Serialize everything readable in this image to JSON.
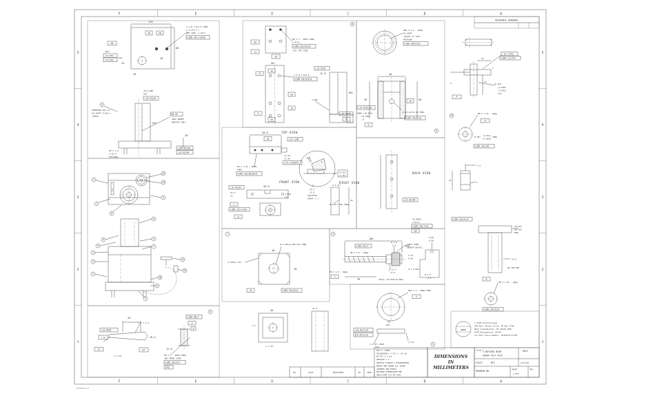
{
  "sheet": {
    "zone_columns": [
      "F",
      "E",
      "D",
      "C",
      "B",
      "A"
    ],
    "zone_rows": [
      "5",
      "4",
      "3",
      "2",
      "1"
    ],
    "footer_code": "ASTMD5379-E",
    "reference_drawings": "REFERENCE DRAWINGS"
  },
  "title_block": {
    "title_label": "TITLE:",
    "title1": "V-NOTCHED BEAM",
    "title2": "SHEAR TEST FIXT.",
    "date_label": "DATE",
    "date_value": "11/4/99",
    "scale_label": "SCALE",
    "scale_value": "NTS",
    "drawing_no_label": "DRAWING NO.",
    "sheet_label": "SHEET",
    "sheet_value": "1 OF1",
    "rev_label": "REV.",
    "dim_note": [
      "DIMENSIONS",
      "IN",
      "MILLIMETERS"
    ],
    "material_lines": [
      "MAT'L: STEEL",
      "TOLERANCES: 2 PLC ± .25 mm",
      "            NO PLC ± 1 mm",
      "            ANGULAR ± 1°",
      "SURFACE FINISH 3 MICROMETERS.",
      "BREAK AND DEBUR ALL SHARP",
      "CORNERS AND EDGES.",
      "MACHINE DIMENSIONS PER",
      "ANSI/ASME Y14.5M-1982."
    ],
    "revision_headers": [
      "NO.",
      "DATE",
      "REVISIONS",
      "BY",
      "APPD"
    ]
  },
  "astm": {
    "logo_text": "ASTM",
    "lines": [
      "© ASTM International",
      "100 Barr Harbor Drive, PO Box C700",
      "West Conshohocken, PA 19428-2959",
      "ASTM Designation: D5379",
      "All Part Stock Number: ADJD5379-E-PDF"
    ]
  },
  "views": {
    "v1": {
      "c1": "2 X Ø 7.0/6.8 THRU",
      "c2": "⊔ 11/10.4 ↧",
      "c3": "OPP SIDE, 2 PLCS",
      "f1": "⊕|Ø0.2Ⓜ|J|AAⒷ",
      "d120": "120",
      "d70": "70",
      "d30": "30",
      "d60": "60",
      "d30b": "30",
      "d20": "20",
      "d25": "25",
      "datum": "-AA-",
      "b1": "20d7",
      "b2": "(19.080)",
      "b3": "(19.060)",
      "b4": "DIA"
    },
    "v2": {
      "n1": "20.0 NOM",
      "n2": "DIA",
      "f1": "⊥|0.02|AA",
      "t1": "THOMPSON 60L-12",
      "t2": "60 SHAFT CLASS L",
      "t3": "(20FB)",
      "balloon": "9",
      "a1": "Ø0.05",
      "a2": "AREA UNDER",
      "a3": "BRACKET ONLY",
      "d120": "120",
      "d20": "20",
      "m1": "M6 X 1.0",
      "m2": "⊔ 20.0",
      "m3": "OPTIONAL",
      "f2": "○|Ø0.05|AA",
      "f3": "⊥|0.02|AA"
    },
    "v3": {
      "balloons_top": [
        "2",
        "1",
        "12",
        "13",
        "3",
        "6"
      ],
      "balloons_bottom": [
        "8",
        "9",
        "4",
        "3",
        "2",
        "6",
        "4",
        "7",
        "10",
        "8",
        "1",
        "11",
        "12"
      ]
    },
    "v4": {
      "d26": "26",
      "c1": "7.0 ⊔ 5.9",
      "f1": "∠|0.08|B",
      "d7": "7.0",
      "datumB": "-B-",
      "ch": "4 X 45°",
      "a10": "10°",
      "d184": "18.4",
      "f2": "⊕|Ø0.08|J",
      "datumJ": "-J-",
      "refB": "B",
      "d12": "12.0",
      "n1": "M6 X 1 - 6H6H THRU,",
      "n2": "SEE FRONT VIEW",
      "f3": "⊕|Ø0.2Ⓜ|B|J",
      "f4": "26Ⓑ",
      "balloon": "3"
    },
    "v5": {
      "n1": "M6 X 1 - 6H6H THRU,",
      "n2": "2 PLCS,",
      "f1": "⊕|Ø0.2Ⓜ|D|EⓂ",
      "n3": "(30) OFF SIDE",
      "d50a": "50",
      "d13": "13",
      "d30": "30",
      "d50b": "50",
      "d30b": "30",
      "c4": "4 X Ø 7.0/6.8",
      "f2": "⊕|Ø0.2Ⓜ|D|EⓂ",
      "d100": "100",
      "d20a": "20",
      "d20b": "20",
      "d12": "12.0",
      "r3": "3 RAD",
      "f3": "⊥|0.02|D",
      "f4": "⊥|0.05|M",
      "dD": "-D-",
      "dE": "-E-",
      "dM": "-M-",
      "balloon": "8"
    },
    "v6": {
      "n1": "M20 X 2.5 - 6H6H,",
      "n2": "25 DEEP",
      "n3": "(ADAPT TO TEST",
      "n4": "MACHINE)",
      "f1": "⊕|Ø0.4Ⓜ|K|Ⓜ",
      "d40": "40",
      "d60": "60",
      "d50": "50",
      "d20": "20",
      "c1": "Ø 12.02/12.00 THRU",
      "f2": "⊥|0.02|K|Ⓜ",
      "b1": "BORE (30.025)",
      "b2": "(30.000)",
      "b3": "15",
      "dK": "-K-",
      "f3": "⊕|Ø0.4Ⓜ|K|Ⓜ",
      "balloon": "6"
    },
    "v7": {
      "l_top": "TOP VIEW",
      "l_front": "FRONT VIEW",
      "l_right": "RIGHT VIEW",
      "d50a": "50.0",
      "d30": "30",
      "f1": "⊥|0.1|AB",
      "lim1": "12.03",
      "lim2": "12.00",
      "f2": "Ⓢ|0.1|AB|AC",
      "n1": "M6 X 1.25 - 6H6H,",
      "n2": "THRU",
      "f3": "⊕|Ø0.2Ⓜ|AB|ACⓂ",
      "d50b": "50.0",
      "r4": "4 RAD",
      "typ": "TYP",
      "d25": "25.0",
      "d23": "23",
      "f4": "⊥|0.02|AC",
      "dC": "-C-",
      "dA": "-A-",
      "f5": "⊕|Ø0.1Ⓜ|C|AⒷ",
      "sp1": "12.2",
      "sp2": "11.8",
      "sp3": "SPOTFACE",
      "sp4": "(FROM -C-)",
      "lt": "LIGHT",
      "lim3": "(4.05)",
      "lim4": "(3.95)",
      "ch": "4 X 45°",
      "dia": "8.9/8.2 DIA THRU",
      "d40": "40",
      "d15": "1.5",
      "d6": "6"
    },
    "v7b": {
      "label": "BACK VIEW",
      "f1": "⊥|0.02|AB",
      "n1": "10 DEEP,",
      "n2": "4 PLCS",
      "f2": "⊕|Ø0.2Ⓜ|F|Ⓜ",
      "b4": "4Ⓑ"
    },
    "v8": {
      "c1": "Ø 6.015/6.000 DIA THRU",
      "ch": "3 CHAM X 45°",
      "f1": "⊕|Ø0.2Ⓜ|N|Ⓜ",
      "dN": "-N-",
      "d40a": "40",
      "d40b": "40",
      "balloon": "7"
    },
    "v9": {
      "d100": "100",
      "f1": "⊕|Ø0.2Ⓜ|F",
      "knurl": "KNURL",
      "lim1": "Ø 6.0",
      "lim2": "5.8",
      "m6": "M6 X 1.0 - 6g6g",
      "dF": "-F-",
      "d40": "40",
      "lim3": "Ø 11.4",
      "lim4": "11.0",
      "fit": "10h11 (10.090/10.000)",
      "g1": "SHAFT RING",
      "g2": "GROOVE DETAIL",
      "g3": "0.80",
      "g4": "0.60",
      "g5": "5.70",
      "g6": "5.60",
      "g7": "0.1 R MAX",
      "g8": "Ø 9.0",
      "g9": "8.9",
      "balloon": "4"
    },
    "v10": {
      "d40": "40",
      "d7": "7.0",
      "d27": "27.0",
      "ch": "1 X 45°"
    },
    "v11": {
      "n1": "M20 X 4 - 6H6H THRU",
      "dG": "-G-",
      "d40": "40",
      "dia": "DIA",
      "f1": "⊥|0.02|G|Ⓜ",
      "f2": "∥|0.02|G|Ⓜ",
      "ch1": "1 X 45° CHAM",
      "ch2": "TYP",
      "th": "(2.0)",
      "balloon": "5"
    },
    "v12": {
      "f1": "–|0.1|PⒷ",
      "f2": "⊕|Ø0.1Ⓢ|PⒷ",
      "d25a": "25",
      "d25b": "25",
      "d6": "6",
      "d1": "1",
      "dP": "-P-",
      "p1": "Ø 4h6",
      "p2": "(4.000)",
      "p3": "(3.992)",
      "p4": "TYP",
      "m8": "M8 X 1.25 - 6g6g",
      "dH": "-H-",
      "h1": "Ø 4H7",
      "h2": "(4.012)",
      "h3": "(4.000)",
      "h4": "THRU",
      "f3": "⊕|Ø0.2Ⓜ|HⒷ",
      "balloon": "13",
      "cyl1": "1.6",
      "cyl2": "20",
      "cyl3": "3"
    },
    "v13": {
      "f1": "⊕|Ø0.1Ⓜ|R|Ⓜ",
      "lim1": "(20.02)",
      "lim2": "(20.00)",
      "thru": "THRU",
      "d12": "12.0",
      "ref": "M8 THD REF",
      "dR": "-R-",
      "m8": "M8 X 1.25 - 6g6g",
      "f2": "⊕|Ø0.2Ⓜ|R|Ⓜ"
    }
  }
}
